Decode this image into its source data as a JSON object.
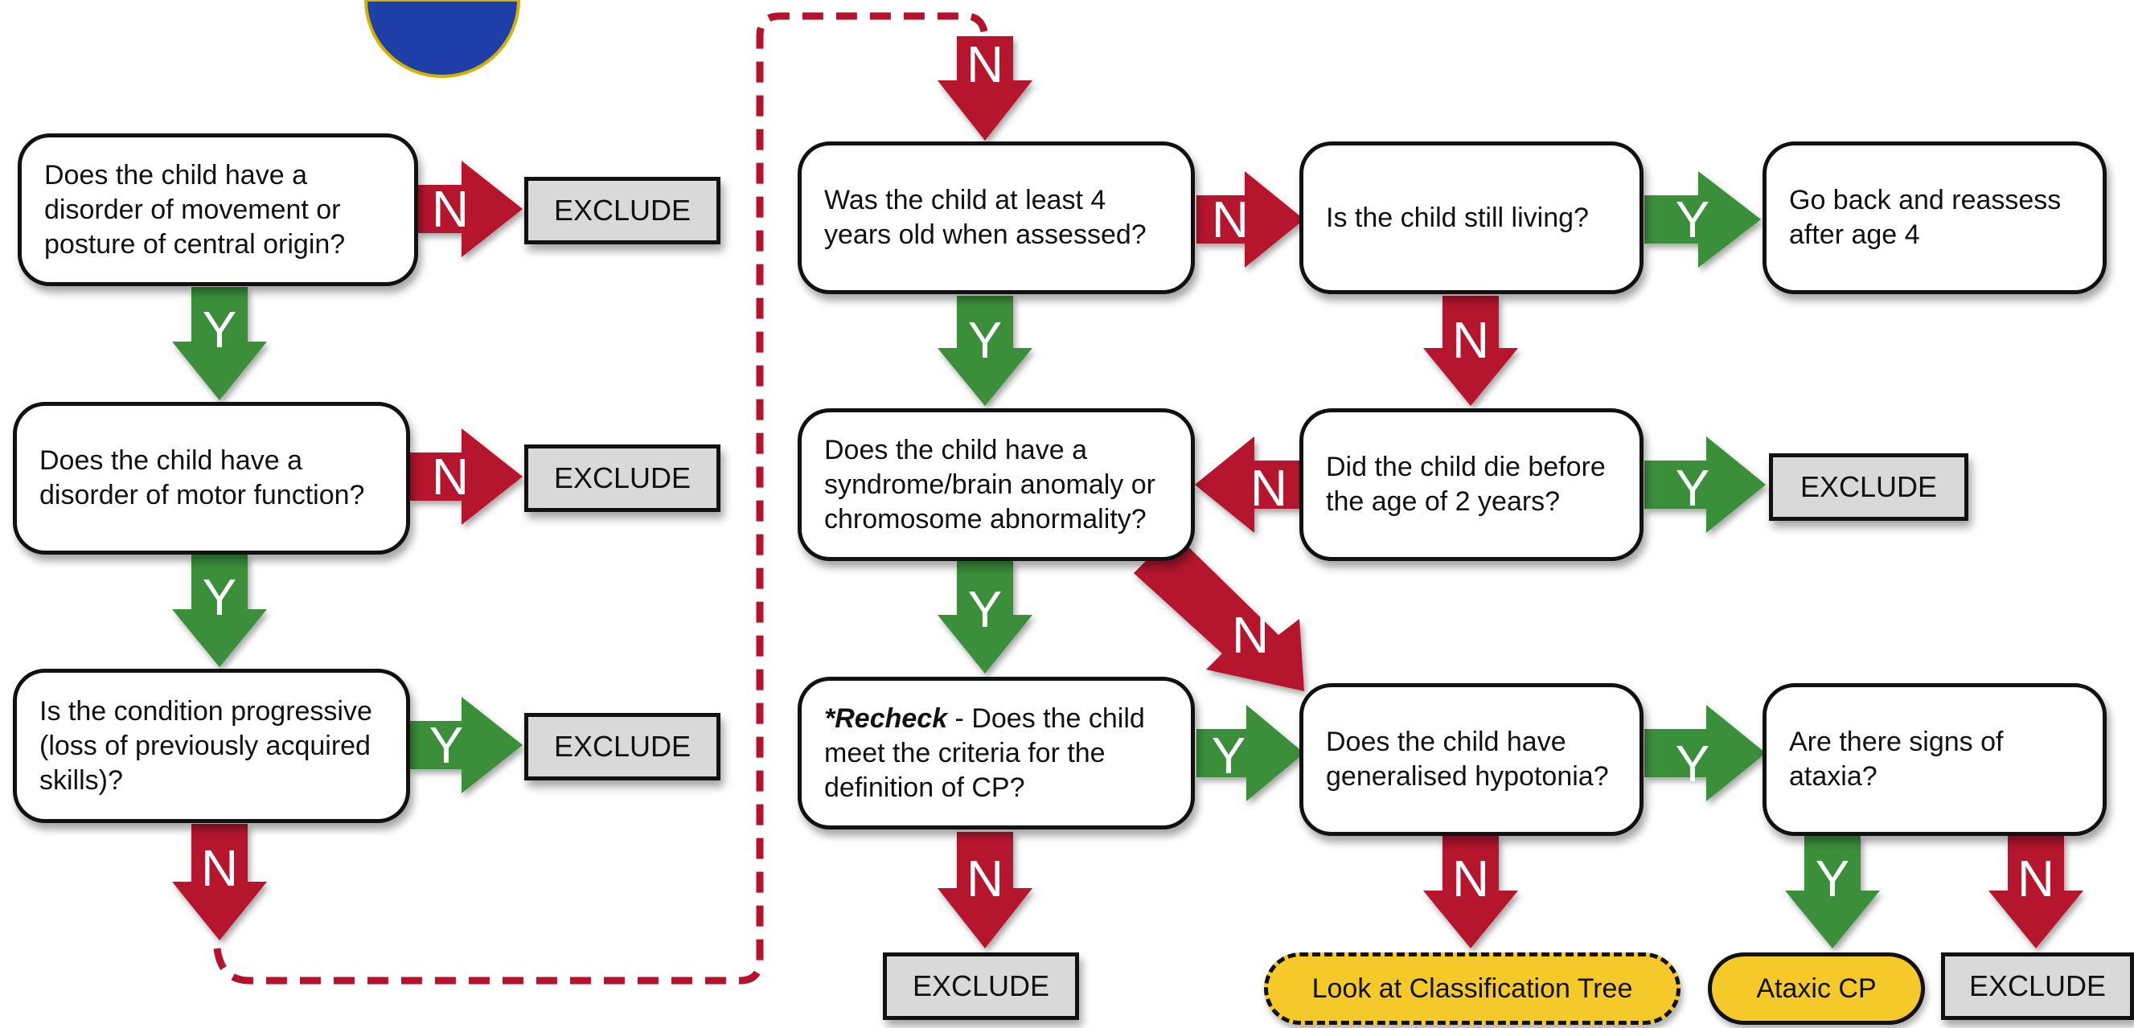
{
  "colors": {
    "yes": "#3a8f3a",
    "no": "#b5122e",
    "exclude_fill": "#d9d9d9",
    "classification_fill": "#f5c92a"
  },
  "labels": {
    "yes": "Y",
    "no": "N"
  },
  "questions": {
    "q1": "Does the child have a disorder of movement or posture of central origin?",
    "q2": "Does the child have a disorder of motor function?",
    "q3": "Is the condition progressive (loss of previously acquired skills)?",
    "q4": "Was the child at least 4 years old when assessed?",
    "q5": "Is the child still living?",
    "q6": "Go back and reassess after age 4",
    "q7": "Does the child have a syndrome/brain anomaly or chromosome abnormality?",
    "q8": "Did the child die before the age of 2 years?",
    "q9_emph": "*Recheck",
    "q9_rest": " - Does the child meet the criteria for the definition of CP?",
    "q10": "Does the child have generalised hypotonia?",
    "q11": "Are there signs of ataxia?"
  },
  "outcomes": {
    "exclude": "EXCLUDE",
    "classification": "Look at Classification Tree",
    "ataxic": "Ataxic CP"
  }
}
